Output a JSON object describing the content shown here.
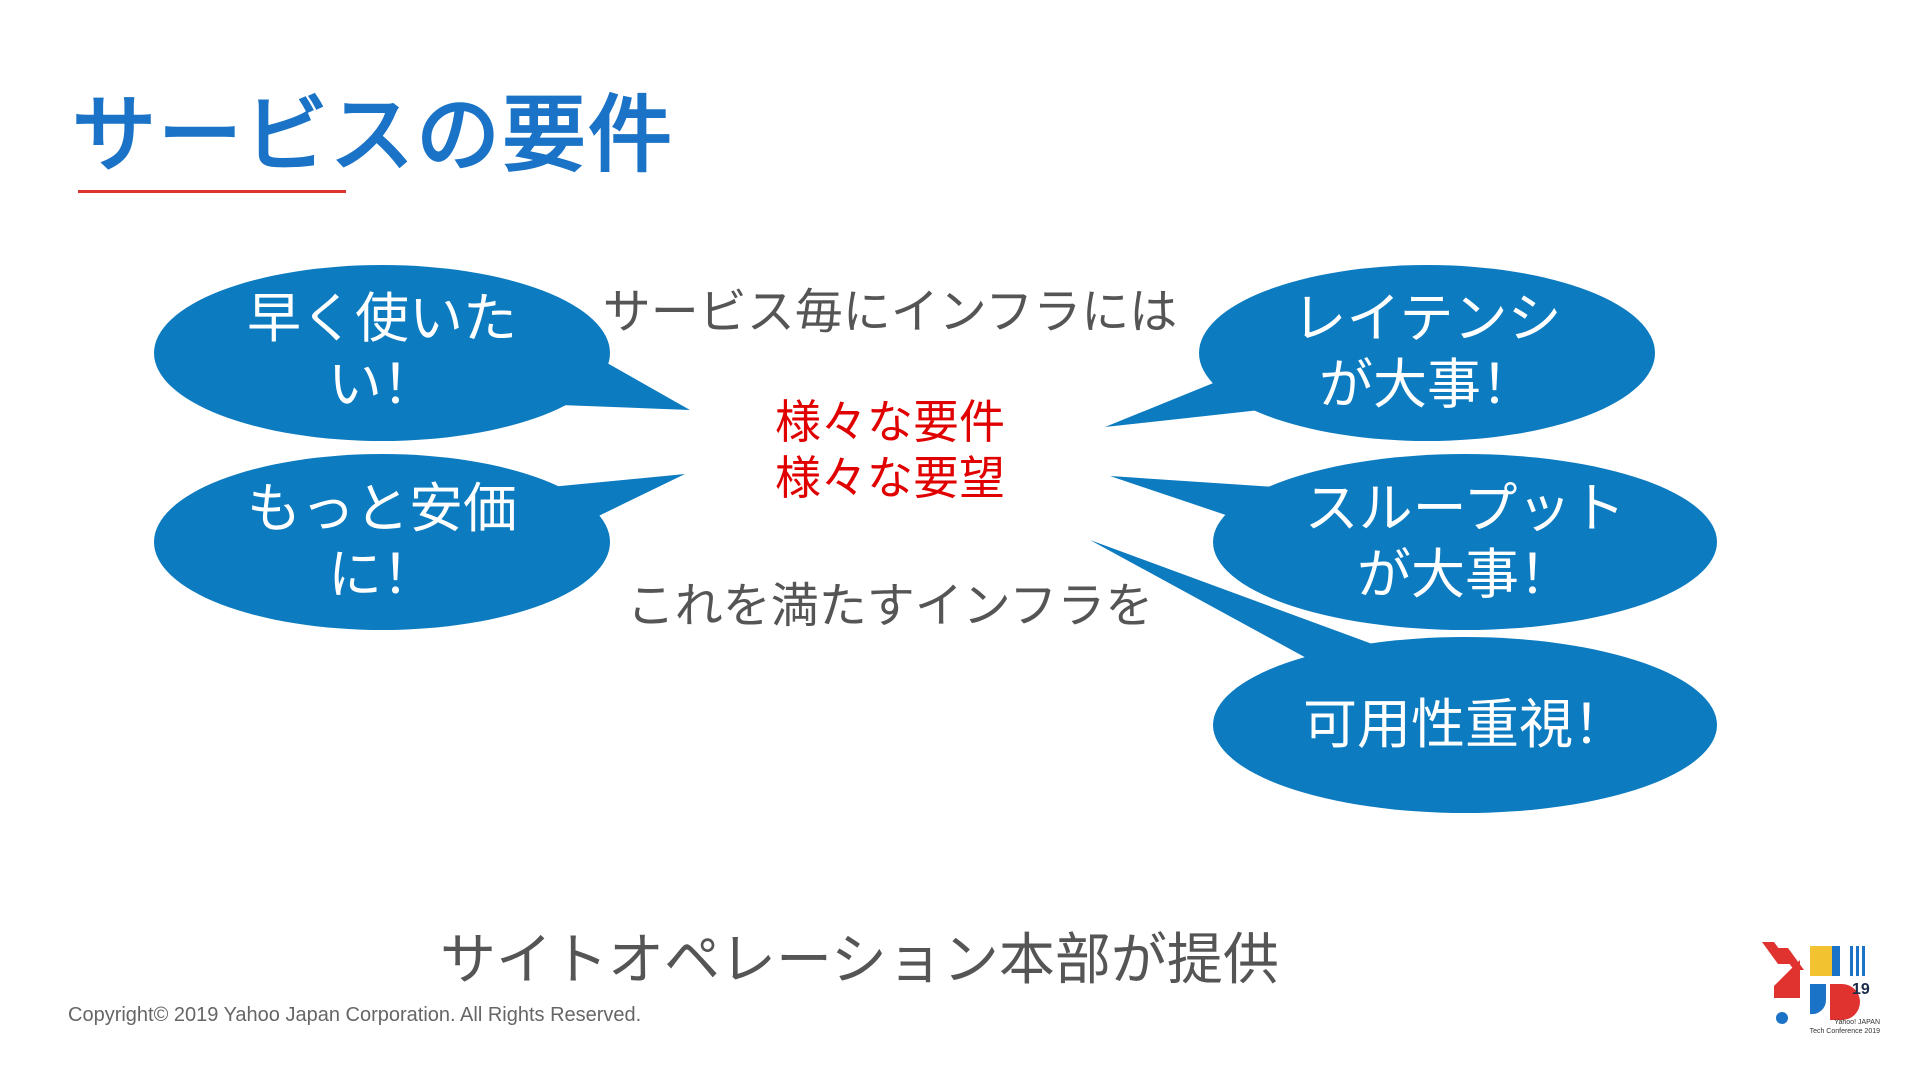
{
  "slide": {
    "title": "サービスの要件",
    "top_text": "サービス毎にインフラには",
    "middle_red_line1": "様々な要件",
    "middle_red_line2": "様々な要望",
    "bottom_text": "これを満たすインフラを",
    "footer_main": "サイトオペレーション本部が提供",
    "copyright": "Copyright© 2019  Yahoo Japan Corporation. All Rights Reserved."
  },
  "bubbles": {
    "left_top": {
      "line1": "早く使いた",
      "line2": "い！"
    },
    "left_bottom": {
      "line1": "もっと安価",
      "line2": "に！"
    },
    "right_top": {
      "line1": "レイテンシ",
      "line2": "が大事！"
    },
    "right_middle": {
      "line1": "スループット",
      "line2": "が大事！"
    },
    "right_bottom": {
      "line1": "可用性重視！"
    }
  },
  "logo": {
    "year": "19",
    "caption_line1": "Yahoo! JAPAN",
    "caption_line2": "Tech Conference 2019"
  },
  "colors": {
    "title": "#1a73c6",
    "bubble": "#0c7bc0",
    "accent_red": "#e0322f",
    "text_gray": "#555555",
    "highlight_red": "#e00000"
  }
}
